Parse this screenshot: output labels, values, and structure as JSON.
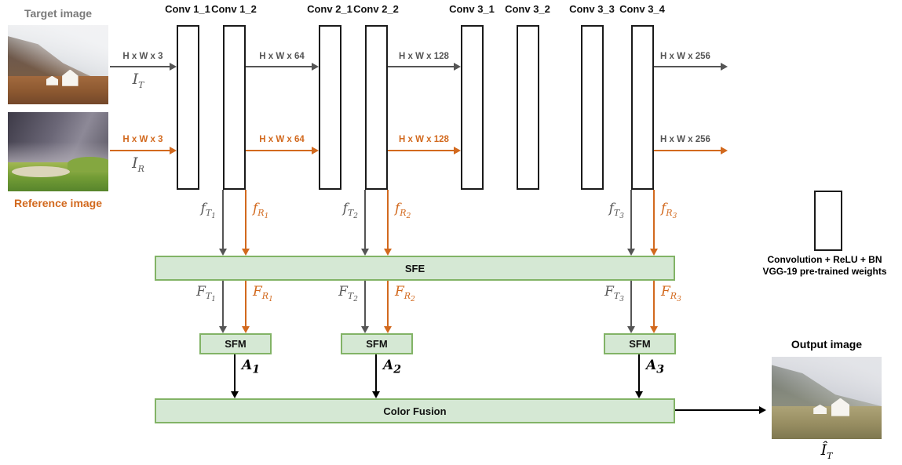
{
  "palette": {
    "arrow_gray": "#555555",
    "text_gray": "#7a7a7a",
    "orange": "#d2691e",
    "green_fill": "#d5e8d4",
    "green_border": "#82b366",
    "black": "#000000"
  },
  "images": {
    "target": {
      "label": "Target image",
      "symbol": {
        "base": "I",
        "sub": "T"
      }
    },
    "reference": {
      "label": "Reference image",
      "symbol": {
        "base": "I",
        "sub": "R"
      }
    },
    "output": {
      "label": "Output image",
      "symbol": {
        "base": "Î",
        "sub": "T"
      }
    }
  },
  "conv_layers": [
    {
      "label": "Conv 1_1"
    },
    {
      "label": "Conv 1_2"
    },
    {
      "label": "Conv 2_1"
    },
    {
      "label": "Conv 2_2"
    },
    {
      "label": "Conv 3_1"
    },
    {
      "label": "Conv 3_2"
    },
    {
      "label": "Conv 3_3"
    },
    {
      "label": "Conv 3_4"
    }
  ],
  "flow_top": {
    "labels": [
      "H x W x 3",
      "H x W x 64",
      "H x W x 128",
      "H x W x 256"
    ]
  },
  "flow_bottom": {
    "labels": [
      "H x W x 3",
      "H x W x 64",
      "H x W x 128",
      "H x W x 256"
    ]
  },
  "features": {
    "f": [
      {
        "base": "f",
        "sub": "T",
        "idx": "1"
      },
      {
        "base": "f",
        "sub": "R",
        "idx": "1"
      },
      {
        "base": "f",
        "sub": "T",
        "idx": "2"
      },
      {
        "base": "f",
        "sub": "R",
        "idx": "2"
      },
      {
        "base": "f",
        "sub": "T",
        "idx": "3"
      },
      {
        "base": "f",
        "sub": "R",
        "idx": "3"
      }
    ],
    "F": [
      {
        "base": "F",
        "sub": "T",
        "idx": "1"
      },
      {
        "base": "F",
        "sub": "R",
        "idx": "1"
      },
      {
        "base": "F",
        "sub": "T",
        "idx": "2"
      },
      {
        "base": "F",
        "sub": "R",
        "idx": "2"
      },
      {
        "base": "F",
        "sub": "T",
        "idx": "3"
      },
      {
        "base": "F",
        "sub": "R",
        "idx": "3"
      }
    ],
    "A": [
      {
        "base": "A",
        "idx": "1"
      },
      {
        "base": "A",
        "idx": "2"
      },
      {
        "base": "A",
        "idx": "3"
      }
    ]
  },
  "blocks": {
    "sfe": "SFE",
    "sfm": "SFM",
    "fusion": "Color Fusion"
  },
  "legend": {
    "line1": "Convolution + ReLU + BN",
    "line2": "VGG-19 pre-trained weights"
  }
}
